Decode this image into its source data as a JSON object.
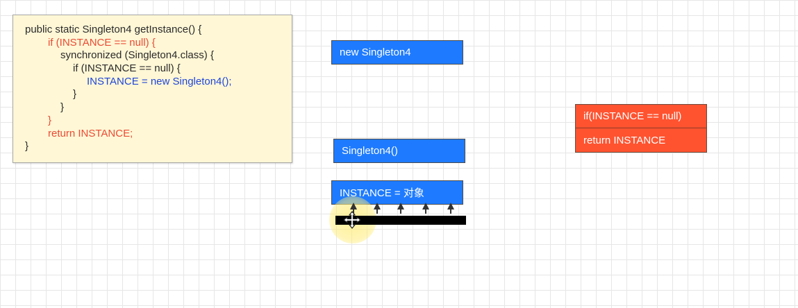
{
  "code": {
    "lines": [
      {
        "text": "public static Singleton4 getInstance() {",
        "color": "default",
        "indent": 0
      },
      {
        "text": "if (INSTANCE == null) {",
        "color": "red",
        "indent": 1
      },
      {
        "text": "synchronized (Singleton4.class) {",
        "color": "default",
        "indent": 2
      },
      {
        "text": "if (INSTANCE == null) {",
        "color": "default",
        "indent": 3
      },
      {
        "text": "INSTANCE = new Singleton4();",
        "color": "blue",
        "indent": 4
      },
      {
        "text": "}",
        "color": "default",
        "indent": 3
      },
      {
        "text": "}",
        "color": "default",
        "indent": 2
      },
      {
        "text": "}",
        "color": "red",
        "indent": 1
      },
      {
        "text": "return INSTANCE;",
        "color": "red",
        "indent": 1
      },
      {
        "text": "}",
        "color": "default",
        "indent": 0
      }
    ]
  },
  "boxes": {
    "new_label": "new Singleton4",
    "ctor_label": "Singleton4()",
    "assign_label": "INSTANCE = 对象"
  },
  "check_group": {
    "if_label": "if(INSTANCE == null)",
    "return_label": "return INSTANCE"
  },
  "timeline": {
    "arrow_count": 5
  },
  "colors": {
    "blue_box": "#1e7bff",
    "red_box": "#ff5330",
    "code_red": "#ea4b35",
    "code_blue": "#1f46d8",
    "note_bg": "#fff7d6"
  },
  "icons": {
    "cursor": "move-cursor-icon",
    "arrows": "up-arrow-icon"
  }
}
